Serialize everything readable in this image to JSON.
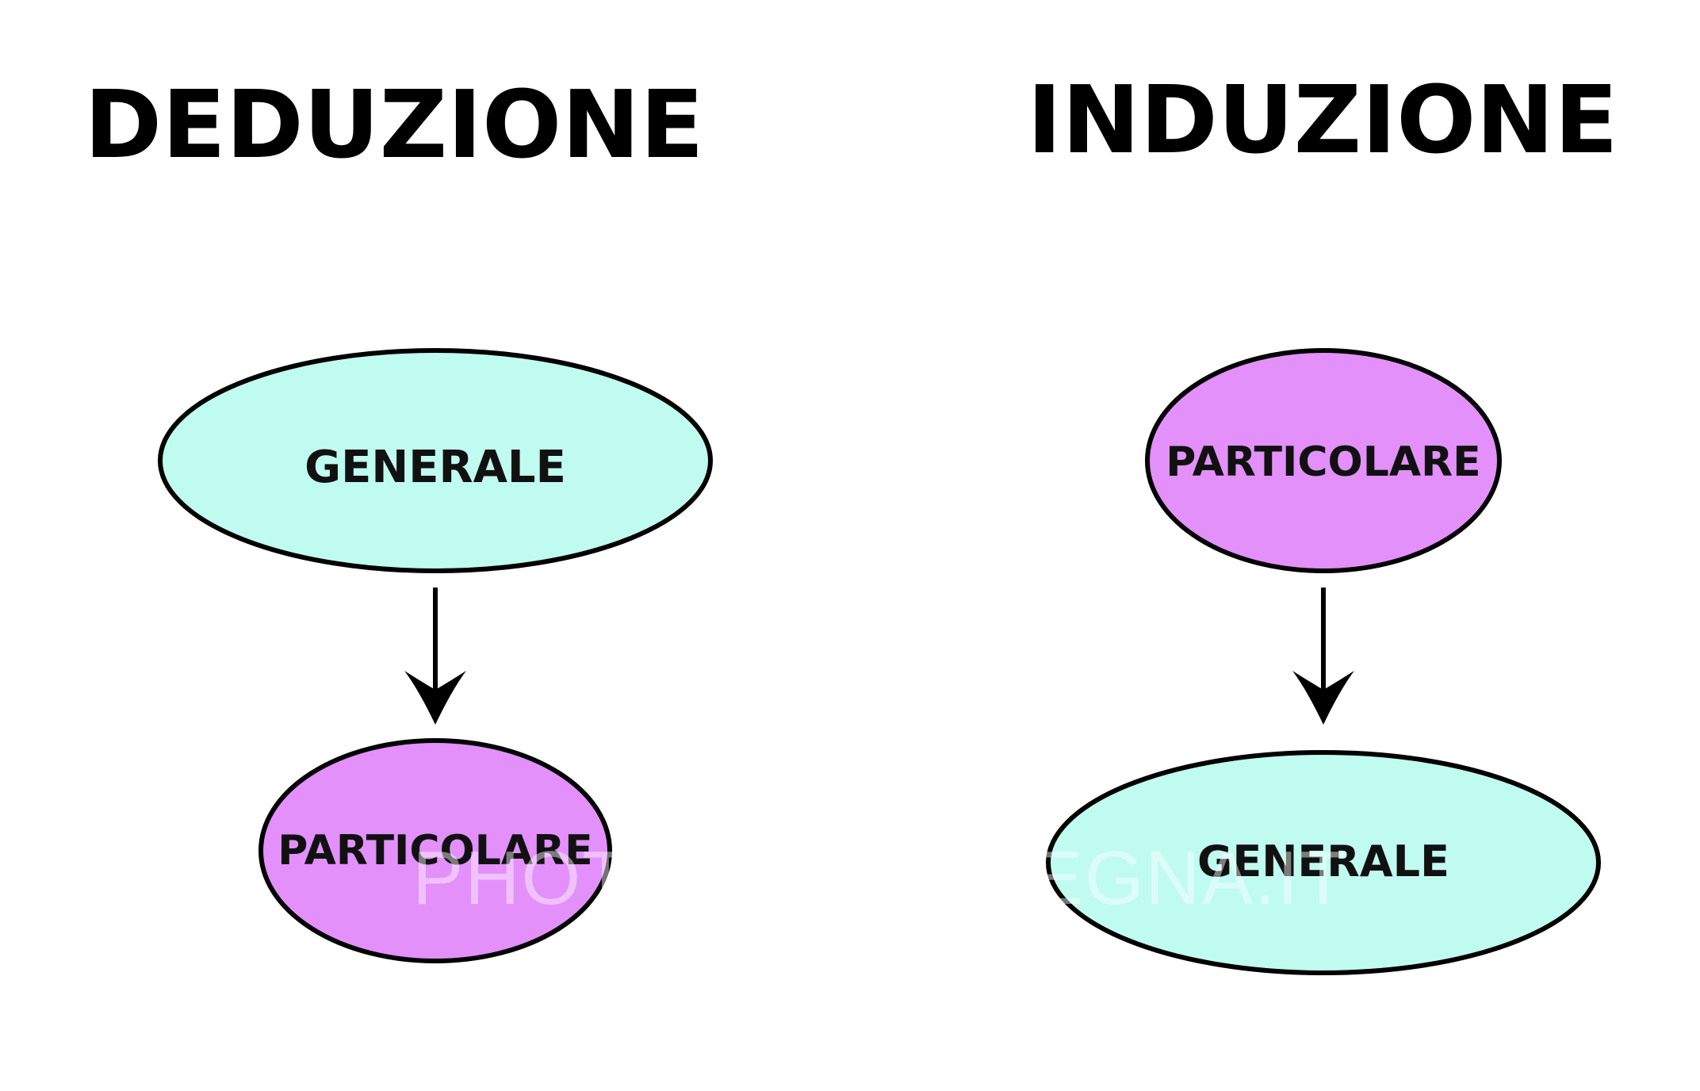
{
  "colors": {
    "background": "#ffffff",
    "general_fill": "#c0fbf0",
    "particular_fill": "#e390fb",
    "outline": "#000000",
    "text": "#111111"
  },
  "deduzione": {
    "title": "DEDUZIONE",
    "top_node": {
      "label": "GENERALE",
      "shape": "ellipse-wide",
      "fill": "general"
    },
    "bottom_node": {
      "label": "PARTICOLARE",
      "shape": "ellipse-narrow",
      "fill": "particular"
    },
    "arrow": "top-to-bottom"
  },
  "induzione": {
    "title": "INDUZIONE",
    "top_node": {
      "label": "PARTICOLARE",
      "shape": "ellipse-narrow",
      "fill": "particular"
    },
    "bottom_node": {
      "label": "GENERALE",
      "shape": "ellipse-wide",
      "fill": "general"
    },
    "arrow": "top-to-bottom"
  },
  "watermark": "PHOTO IN SARDEGNA.IT",
  "icons": [
    "arrow-down-icon",
    "arrow-down-icon"
  ]
}
